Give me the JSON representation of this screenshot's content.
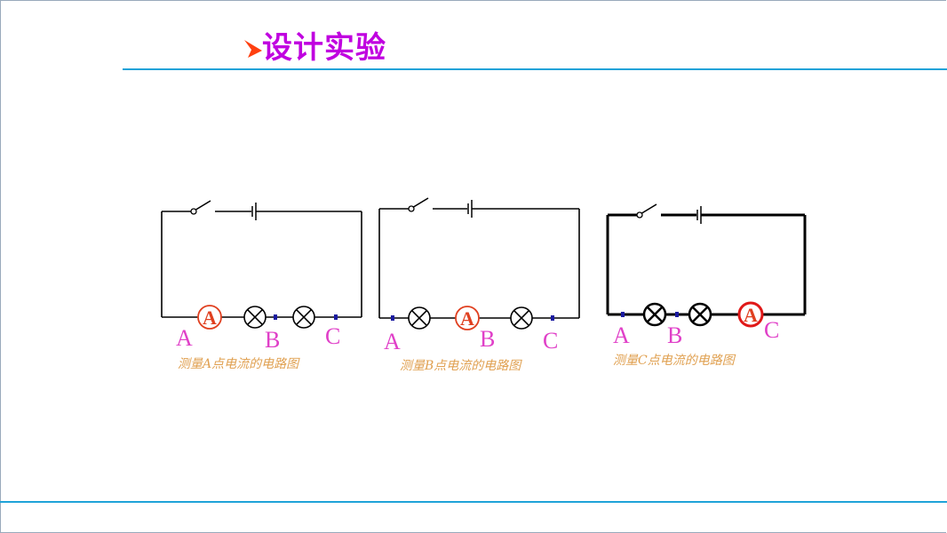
{
  "slide": {
    "title": "设计实验",
    "title_color": "#c000e0",
    "bullet_icon": "arrow-bullet-icon"
  },
  "circuits": [
    {
      "caption": "测量A点电流的电路图",
      "labels": [
        "A",
        "B",
        "C"
      ],
      "ammeter_symbol": "A",
      "ammeter_position": "A"
    },
    {
      "caption": "测量B点电流的电路图",
      "labels": [
        "A",
        "B",
        "C"
      ],
      "ammeter_symbol": "A",
      "ammeter_position": "B"
    },
    {
      "caption": "测量C点电流的电路图",
      "labels": [
        "A",
        "B",
        "C"
      ],
      "ammeter_symbol": "A",
      "ammeter_position": "C"
    }
  ],
  "colors": {
    "label": "#e040c8",
    "caption": "#e0a050",
    "ammeter": "#e04020",
    "point_marker": "#1a1aa0",
    "rule": "#1fa3d8"
  }
}
